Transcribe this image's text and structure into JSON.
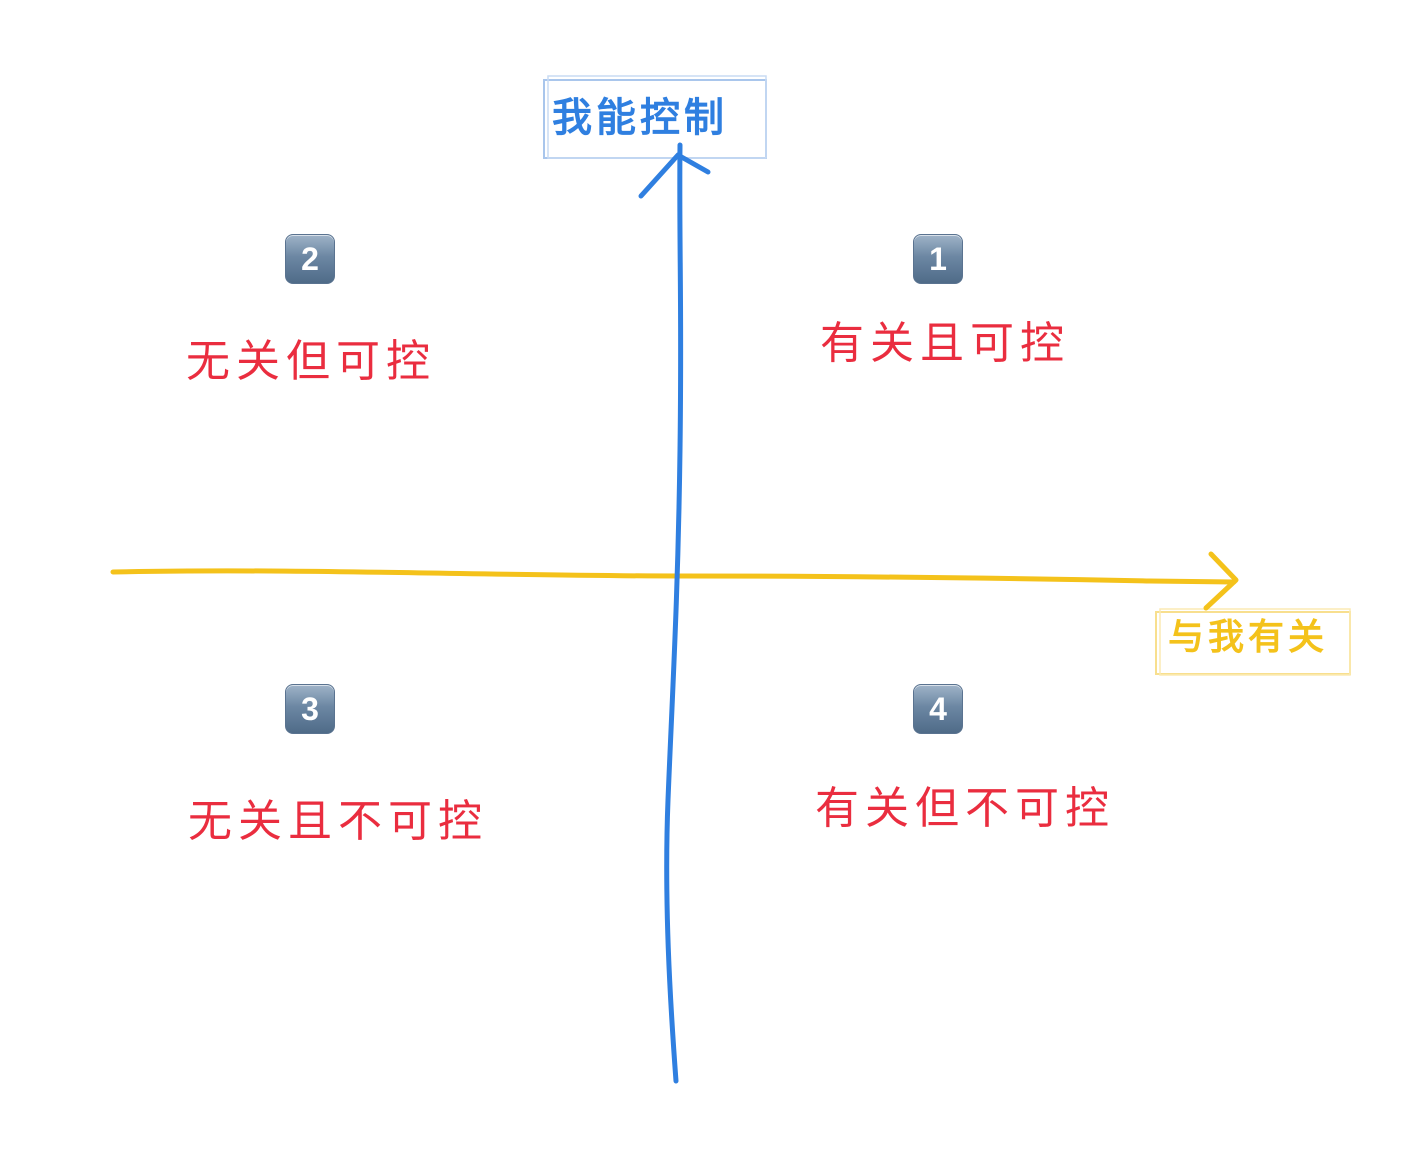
{
  "y_axis": {
    "label": "我能控制",
    "color": "#2f7fe0"
  },
  "x_axis": {
    "label": "与我有关",
    "color": "#f4c21b"
  },
  "quadrants": [
    {
      "number": "1",
      "label": "有关且可控"
    },
    {
      "number": "2",
      "label": "无关但可控"
    },
    {
      "number": "3",
      "label": "无关且不可控"
    },
    {
      "number": "4",
      "label": "有关但不可控"
    }
  ],
  "quadrant_label_color": "#ea2d3f",
  "badge_color": "#6c87a3"
}
